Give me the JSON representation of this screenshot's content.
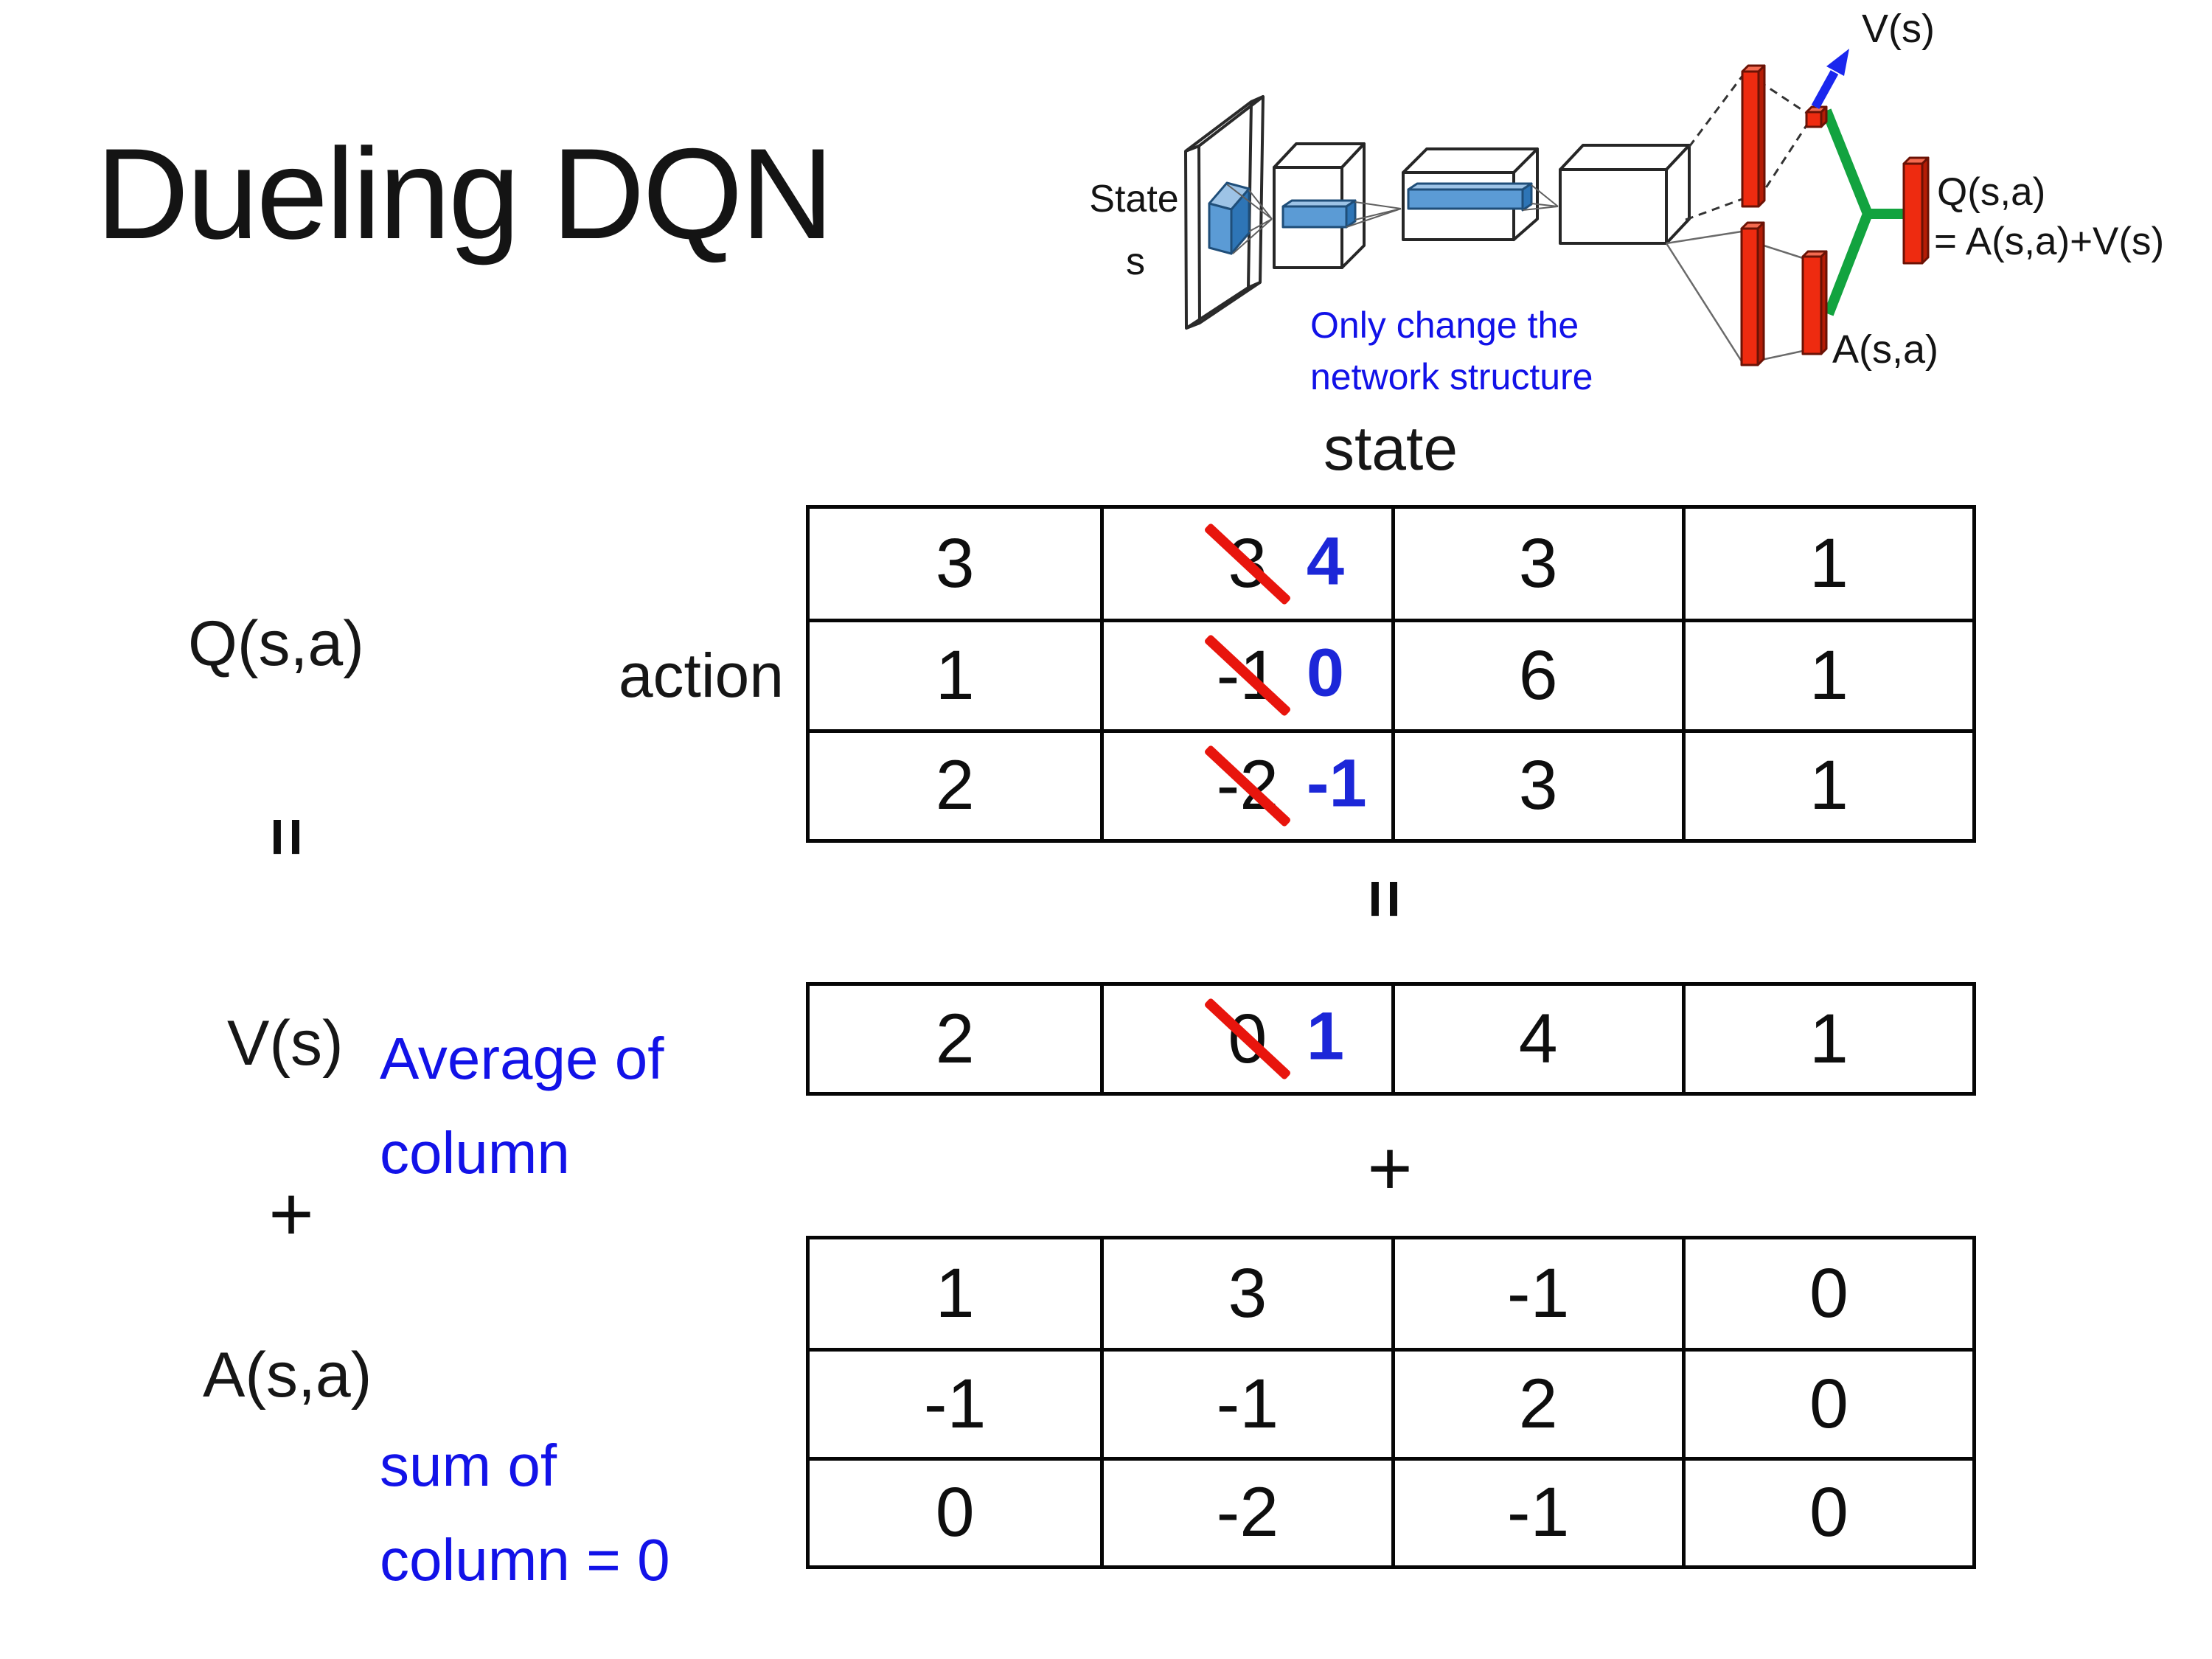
{
  "title": "Dueling DQN",
  "colors": {
    "text": "#161616",
    "annotation_blue": "#1212e8",
    "new_value_blue": "#1c27d8",
    "strike_red": "#e8150d",
    "table_border": "#060606",
    "diagram_red": "#ee2b10",
    "diagram_green": "#12a33f",
    "diagram_arrow_blue": "#1a27ee",
    "conv_feature_blue": "#5b9bd5"
  },
  "diagram": {
    "state_label_line1": "State",
    "state_label_line2": "s",
    "v_out_label": "V(s)",
    "q_out_label": "Q(s,a)",
    "q_out_formula": "= A(s,a)+V(s)",
    "a_out_label": "A(s,a)",
    "note_line1": "Only change the",
    "note_line2": "network structure"
  },
  "q_matrix": {
    "label": "Q(s,a)",
    "col_header": "state",
    "row_header": "action",
    "rows": [
      [
        {
          "v": "3"
        },
        {
          "old": "3",
          "new": "4"
        },
        {
          "v": "3"
        },
        {
          "v": "1"
        }
      ],
      [
        {
          "v": "1"
        },
        {
          "old": "-1",
          "new": "0"
        },
        {
          "v": "6"
        },
        {
          "v": "1"
        }
      ],
      [
        {
          "v": "2"
        },
        {
          "old": "-2",
          "new": "-1"
        },
        {
          "v": "3"
        },
        {
          "v": "1"
        }
      ]
    ]
  },
  "equation": {
    "equals_q_v": "=",
    "equals_state": "=",
    "plus_v_a": "+",
    "plus_mid": "+"
  },
  "v_vector": {
    "label": "V(s)",
    "annotation": [
      "Average of",
      "column"
    ],
    "cells": [
      [
        {
          "v": "2"
        },
        {
          "old": "0",
          "new": "1"
        },
        {
          "v": "4"
        },
        {
          "v": "1"
        }
      ]
    ]
  },
  "a_matrix": {
    "label": "A(s,a)",
    "annotation": [
      "sum of",
      "column = 0"
    ],
    "rows": [
      [
        {
          "v": "1"
        },
        {
          "v": "3"
        },
        {
          "v": "-1"
        },
        {
          "v": "0"
        }
      ],
      [
        {
          "v": "-1"
        },
        {
          "v": "-1"
        },
        {
          "v": "2"
        },
        {
          "v": "0"
        }
      ],
      [
        {
          "v": "0"
        },
        {
          "v": "-2"
        },
        {
          "v": "-1"
        },
        {
          "v": "0"
        }
      ]
    ]
  }
}
